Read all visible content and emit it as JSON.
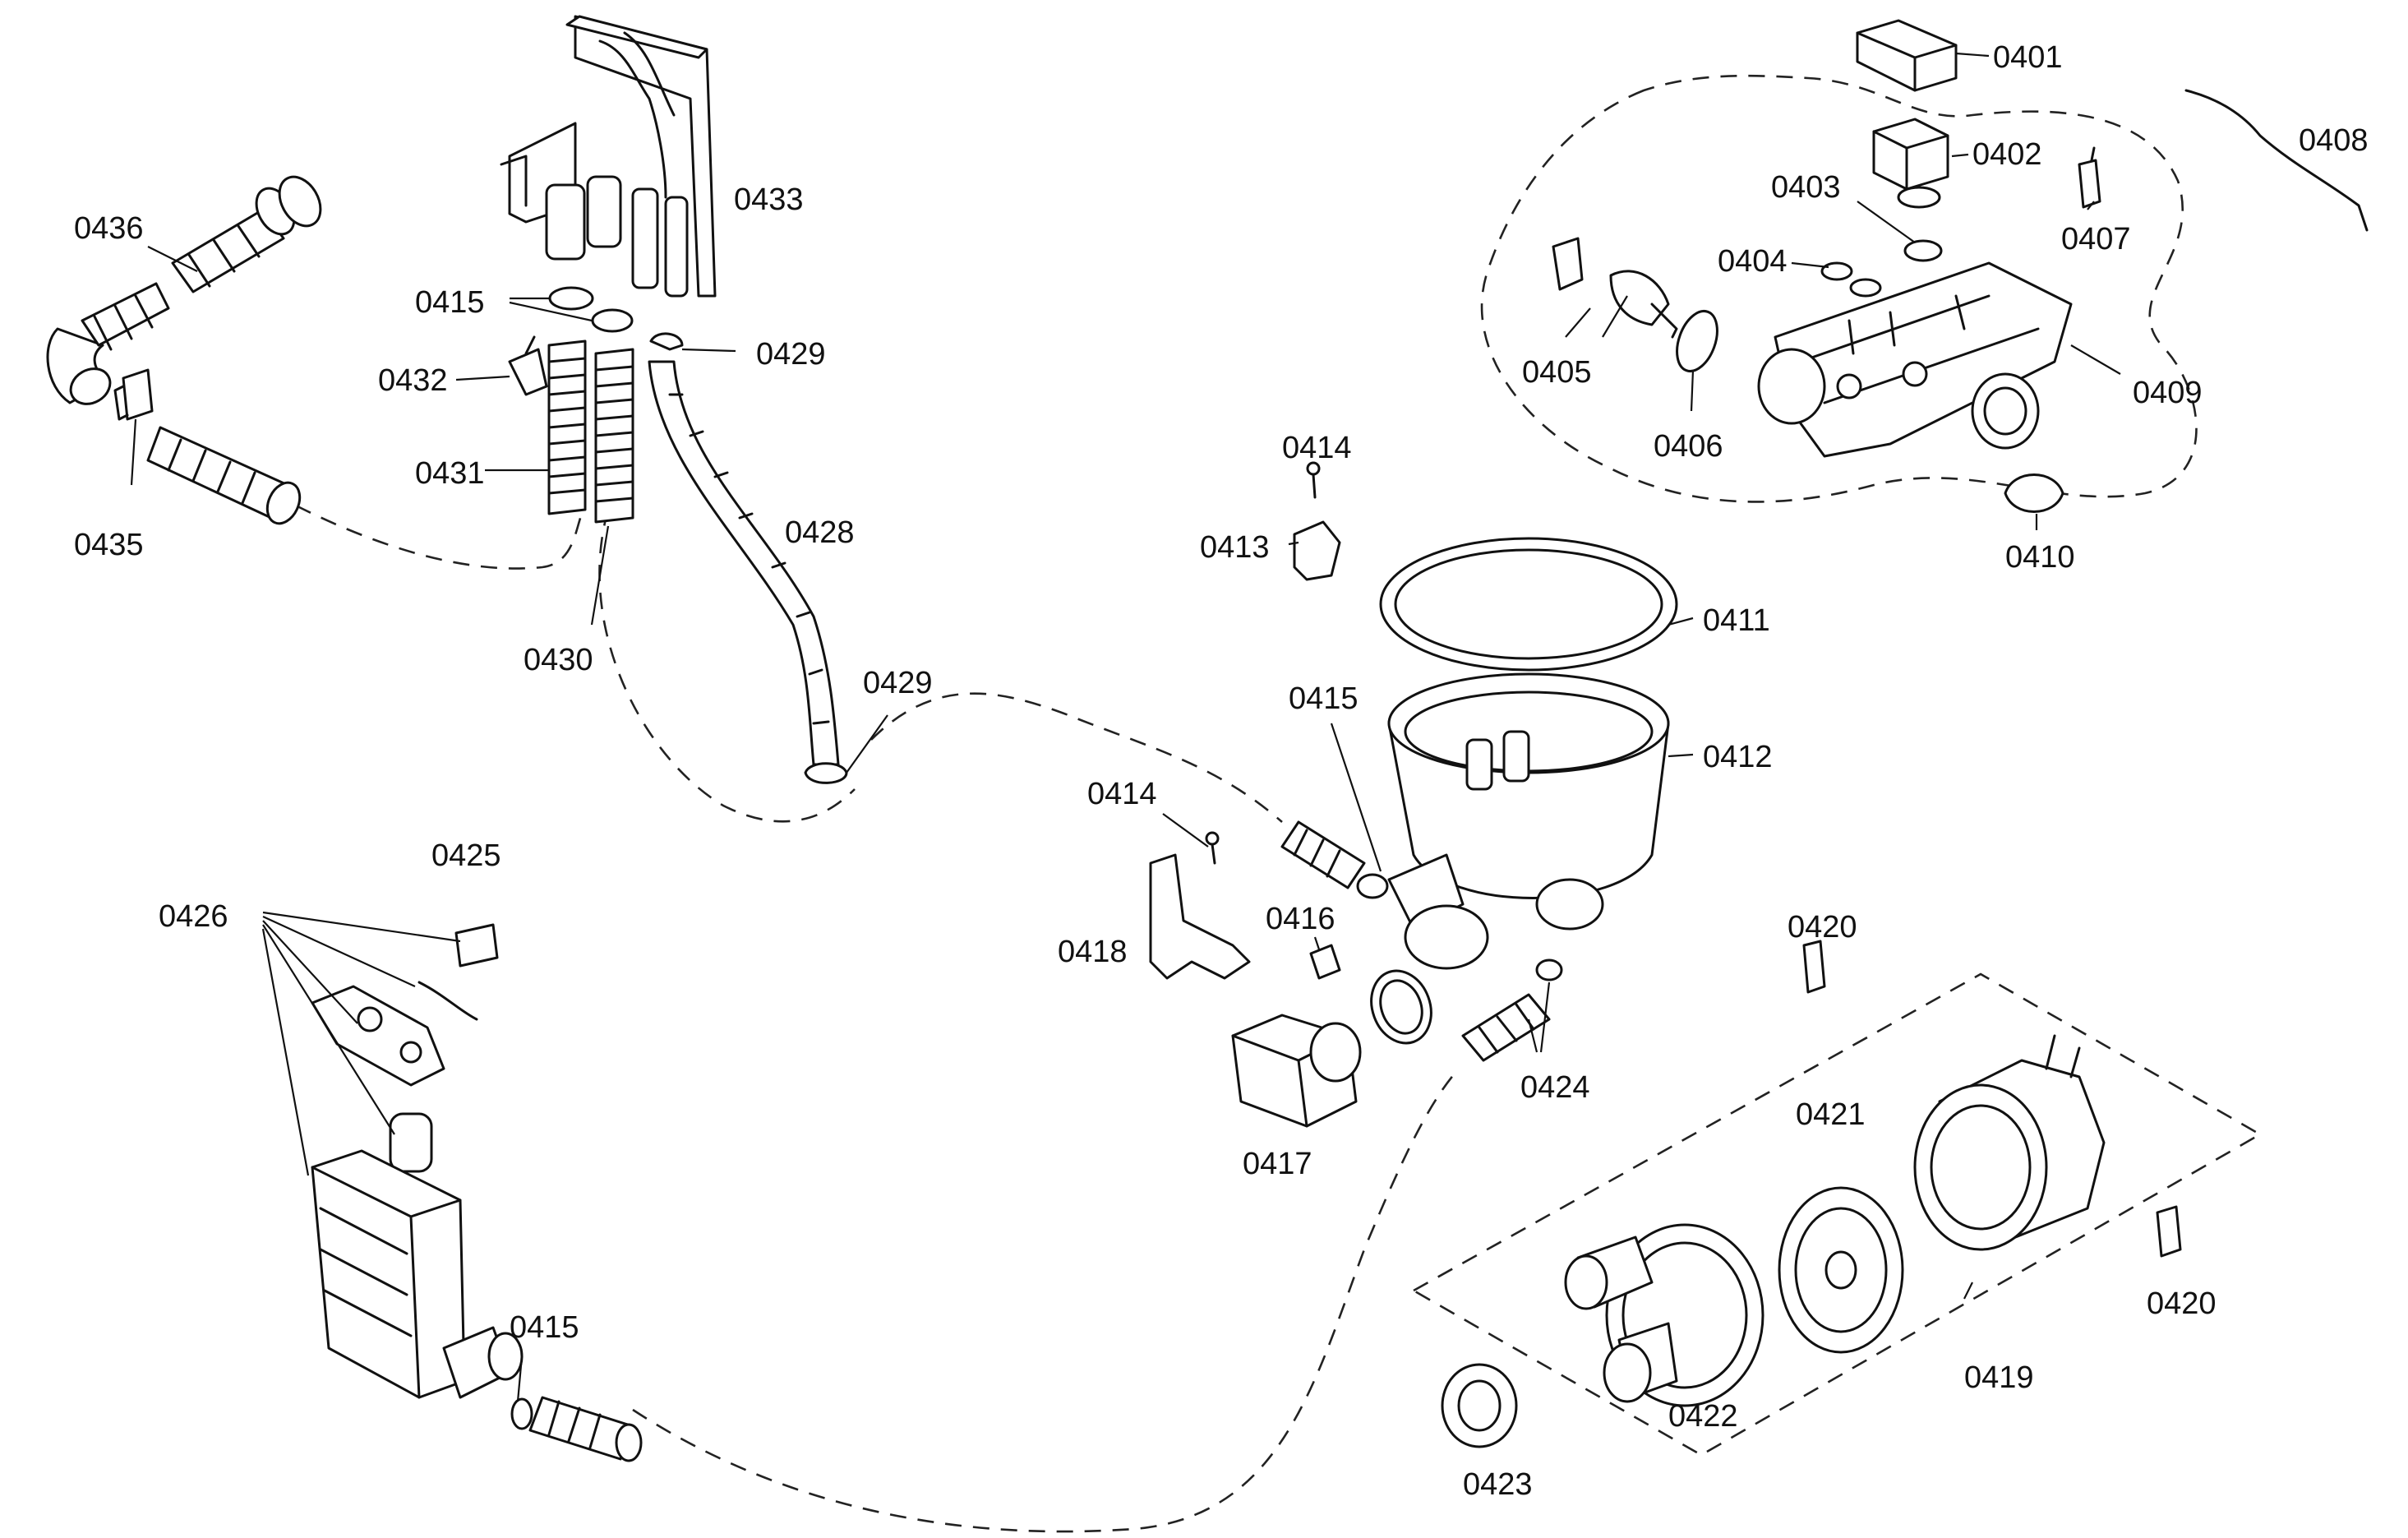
{
  "diagram": {
    "part_labels": [
      "0401",
      "0402",
      "0403",
      "0404",
      "0405",
      "0406",
      "0407",
      "0408",
      "0409",
      "0410",
      "0411",
      "0412",
      "0413",
      "0414",
      "0414",
      "0415",
      "0415",
      "0415",
      "0416",
      "0417",
      "0418",
      "0419",
      "0420",
      "0420",
      "0421",
      "0422",
      "0423",
      "0424",
      "0425",
      "0426",
      "0428",
      "0429",
      "0429",
      "0430",
      "0431",
      "0432",
      "0433",
      "0435",
      "0436"
    ]
  }
}
